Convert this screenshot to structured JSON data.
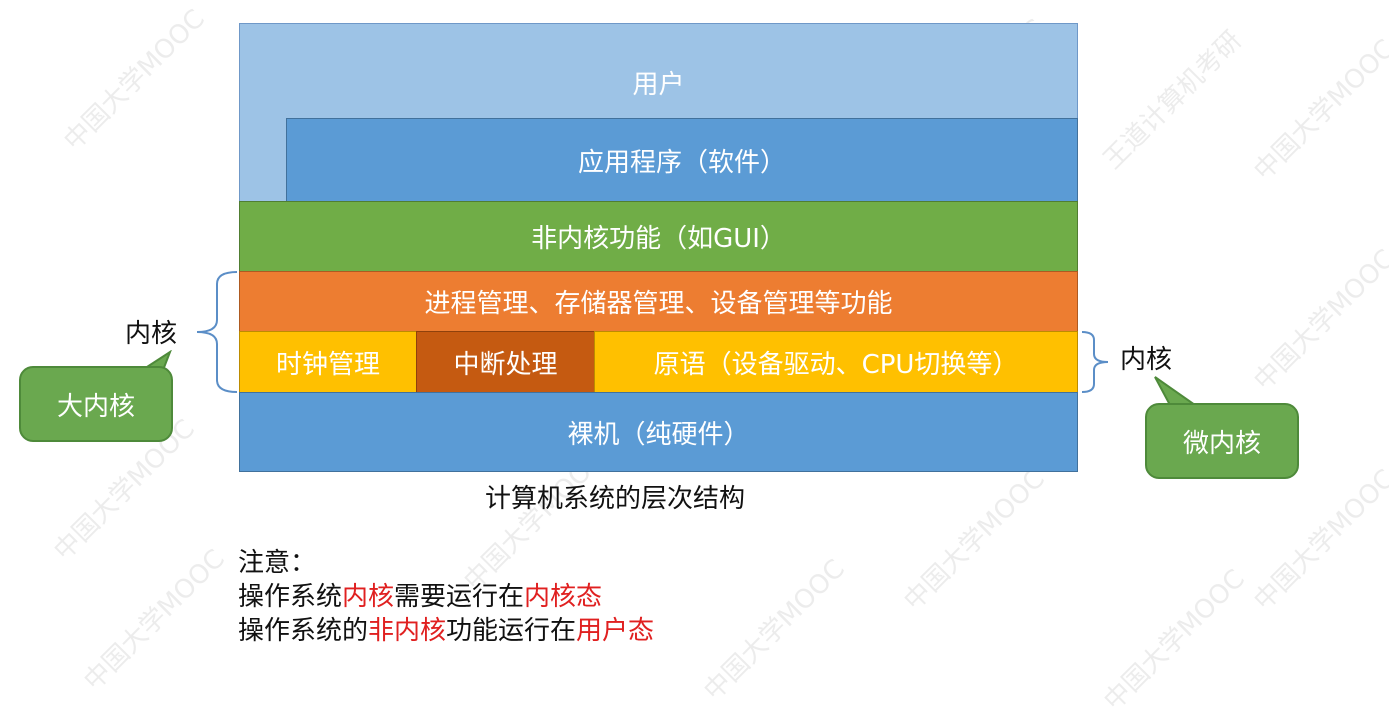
{
  "layers": {
    "user": "用户",
    "app": "应用程序（软件）",
    "non_kernel": "非内核功能（如GUI）",
    "management": "进程管理、存储器管理、设备管理等功能",
    "clock": "时钟管理",
    "interrupt": "中断处理",
    "primitives": "原语（设备驱动、CPU切换等）",
    "bare_machine": "裸机（纯硬件）"
  },
  "labels": {
    "left_kernel": "内核",
    "right_kernel": "内核",
    "caption": "计算机系统的层次结构"
  },
  "callouts": {
    "macro": "大内核",
    "micro": "微内核"
  },
  "note": {
    "title": "注意：",
    "line1": {
      "p1": "操作系统",
      "p2": "内核",
      "p3": "需要运行在",
      "p4": "内核态"
    },
    "line2": {
      "p1": "操作系统的",
      "p2": "非内核",
      "p3": "功能运行在",
      "p4": "用户态"
    }
  },
  "watermark": {
    "text1": "中国大学MOOC",
    "text2": "王道计算机考研"
  },
  "colors": {
    "user": "#9dc3e6",
    "app": "#5b9bd5",
    "non_kernel": "#70ad47",
    "management": "#ed7d31",
    "clock": "#ffc000",
    "interrupt": "#c55a11",
    "primitives": "#ffc000",
    "bare_machine": "#5b9bd5",
    "note_red": "#e02020"
  }
}
